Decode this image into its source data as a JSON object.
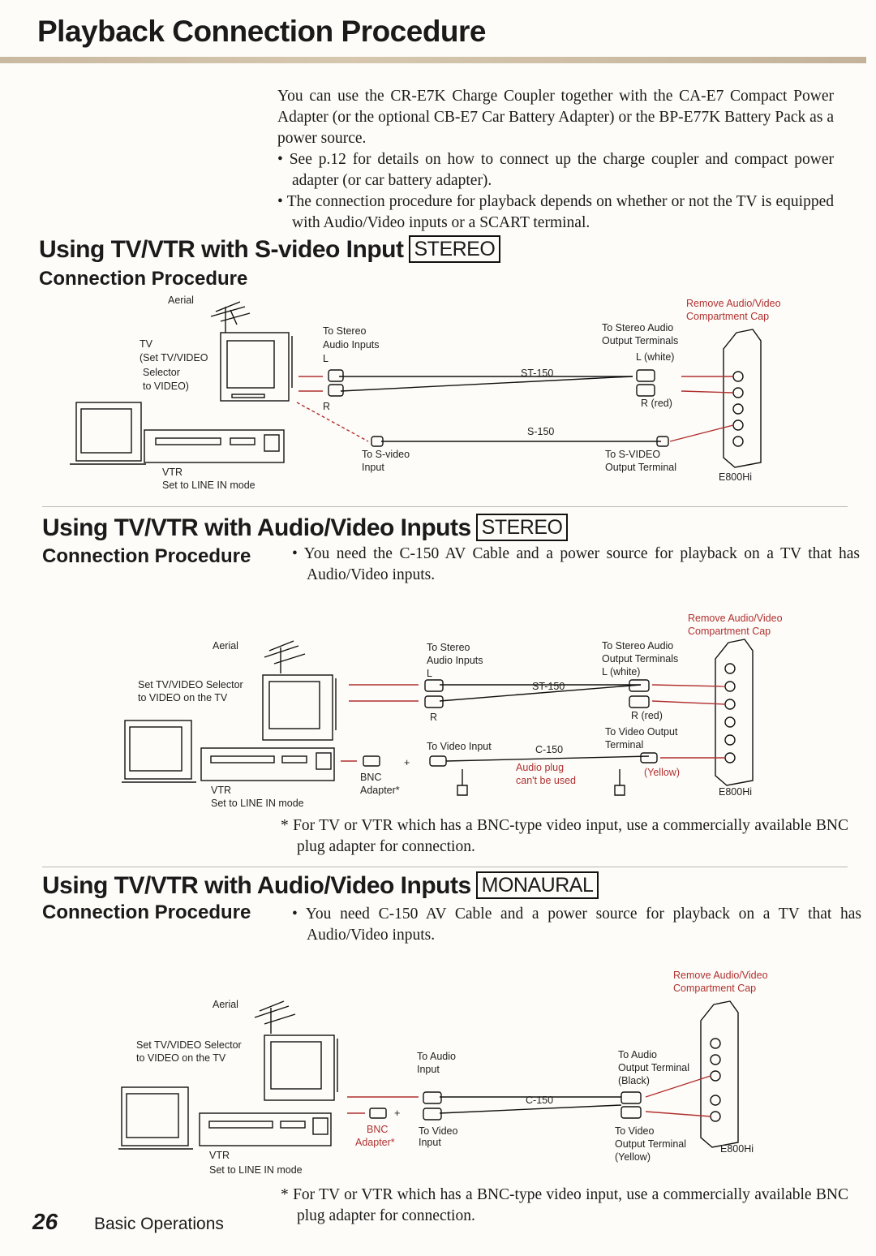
{
  "page": {
    "title": "Playback Connection Procedure",
    "intro": "You can use the CR-E7K Charge Coupler together with the CA-E7 Compact Power Adapter (or the optional CB-E7 Car Battery Adapter) or the BP-E77K Battery Pack as a power source.",
    "bullets": [
      "See p.12 for details on how to connect up the charge coupler and compact power adapter (or car battery adapter).",
      "The connection procedure for playback depends on whether or not the TV is equipped with Audio/Video inputs or a SCART terminal."
    ],
    "page_number": "26",
    "footer_label": "Basic Operations"
  },
  "sections": [
    {
      "title": "Using TV/VTR with S-video Input",
      "badge": "STEREO",
      "subtitle": "Connection Procedure",
      "diagram": {
        "aerial": "Aerial",
        "tv_label": "TV",
        "tv_note_1": "(Set TV/VIDEO",
        "tv_note_2": "Selector",
        "tv_note_3": "to VIDEO)",
        "vtr": "VTR",
        "vtr_note": "Set to LINE IN mode",
        "to_stereo_1": "To Stereo",
        "to_stereo_2": "Audio Inputs",
        "l": "L",
        "r": "R",
        "st150": "ST-150",
        "s150": "S-150",
        "to_svideo_1": "To S-video",
        "to_svideo_2": "Input",
        "remove_1": "Remove Audio/Video",
        "remove_2": "Compartment Cap",
        "to_stereo_out_1": "To Stereo Audio",
        "to_stereo_out_2": "Output Terminals",
        "l_white": "L (white)",
        "r_red": "R (red)",
        "to_svideo_out_1": "To S-VIDEO",
        "to_svideo_out_2": "Output Terminal",
        "model": "E800Hi"
      }
    },
    {
      "title": "Using TV/VTR with Audio/Video Inputs",
      "badge": "STEREO",
      "subtitle": "Connection Procedure",
      "note": "You need the C-150 AV Cable and a power source for playback on a TV that has Audio/Video inputs.",
      "footnote": "For TV or VTR which has a BNC-type video input, use a commercially available BNC plug adapter for connection.",
      "diagram": {
        "aerial": "Aerial",
        "tv_note_1": "Set TV/VIDEO Selector",
        "tv_note_2": "to VIDEO on the TV",
        "vtr": "VTR",
        "vtr_note": "Set to LINE IN mode",
        "to_stereo_1": "To Stereo",
        "to_stereo_2": "Audio Inputs",
        "l": "L",
        "r": "R",
        "st150": "ST-150",
        "to_video_in": "To Video Input",
        "c150": "C-150",
        "bnc_1": "BNC",
        "bnc_2": "Adapter*",
        "plus": "+",
        "audio_plug_1": "Audio plug",
        "audio_plug_2": "can't be used",
        "remove_1": "Remove Audio/Video",
        "remove_2": "Compartment Cap",
        "to_stereo_out_1": "To Stereo Audio",
        "to_stereo_out_2": "Output Terminals",
        "l_white": "L (white)",
        "r_red": "R (red)",
        "to_video_out_1": "To Video Output",
        "to_video_out_2": "Terminal",
        "yellow": "(Yellow)",
        "model": "E800Hi"
      }
    },
    {
      "title": "Using TV/VTR with Audio/Video Inputs",
      "badge": "MONAURAL",
      "subtitle": "Connection Procedure",
      "note": "You need C-150 AV Cable and a power source for playback on a TV that has Audio/Video inputs.",
      "footnote": "For TV or VTR which has a BNC-type video input, use a commercially available BNC plug adapter for connection.",
      "diagram": {
        "aerial": "Aerial",
        "tv_note_1": "Set TV/VIDEO Selector",
        "tv_note_2": "to VIDEO on the TV",
        "vtr": "VTR",
        "vtr_note": "Set to LINE IN mode",
        "to_audio_in_1": "To Audio",
        "to_audio_in_2": "Input",
        "bnc_1": "BNC",
        "bnc_2": "Adapter*",
        "plus": "+",
        "to_video_in_1": "To Video",
        "to_video_in_2": "Input",
        "c150": "C-150",
        "remove_1": "Remove Audio/Video",
        "remove_2": "Compartment Cap",
        "to_audio_out_1": "To Audio",
        "to_audio_out_2": "Output Terminal",
        "to_audio_out_3": "(Black)",
        "to_video_out_1": "To Video",
        "to_video_out_2": "Output Terminal",
        "to_video_out_3": "(Yellow)",
        "model": "E800Hi"
      }
    }
  ],
  "colors": {
    "title_rule": "#cdbda6",
    "red_arrow": "#b03030",
    "ink": "#1a1a1a"
  }
}
